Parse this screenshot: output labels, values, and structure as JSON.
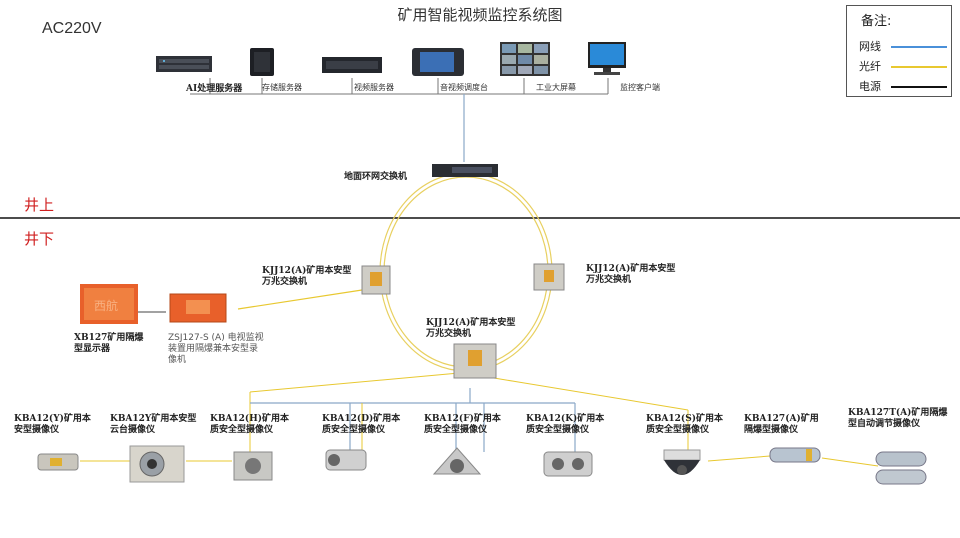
{
  "title": "矿用智能视频监控系统图",
  "power_label": "AC220V",
  "legend": {
    "heading": "备注:",
    "items": [
      {
        "label": "网线",
        "color": "#4a90d9"
      },
      {
        "label": "光纤",
        "color": "#e8c830"
      },
      {
        "label": "电源",
        "color": "#111111"
      }
    ]
  },
  "zones": {
    "above": "井上",
    "below": "井下"
  },
  "servers": [
    {
      "label": "AI处理服务器",
      "icon": "rack-server-icon"
    },
    {
      "label": "存储服务器",
      "icon": "nas-storage-icon"
    },
    {
      "label": "视频服务器",
      "icon": "video-server-icon"
    },
    {
      "label": "音视频调度台",
      "icon": "dispatch-console-icon"
    },
    {
      "label": "工业大屏幕",
      "icon": "video-wall-icon"
    },
    {
      "label": "监控客户端",
      "icon": "client-pc-icon"
    }
  ],
  "ground_switch": "地面环网交换机",
  "ring_switches": {
    "left": "KJJ12(A)矿用本安型万兆交换机",
    "right": "KJJ12(A)矿用本安型万兆交换机",
    "center": "KJJ12(A)矿用本安型万兆交换机"
  },
  "display": {
    "label": "XB127矿用隔爆型显示器",
    "watermark": "西航"
  },
  "recorder": {
    "label": "ZSJ127-S (A) 电视监视装置用隔爆兼本安型录像机"
  },
  "cameras": [
    {
      "label": "KBA12(Y)矿用本安型摄像仪"
    },
    {
      "label": "KBA12Y矿用本安型云台摄像仪"
    },
    {
      "label": "KBA12(H)矿用本质安全型摄像仪"
    },
    {
      "label": "KBA12(D)矿用本质安全型摄像仪"
    },
    {
      "label": "KBA12(F)矿用本质安全型摄像仪"
    },
    {
      "label": "KBA12(K)矿用本质安全型摄像仪"
    },
    {
      "label": "KBA12(S)矿用本质安全型摄像仪"
    },
    {
      "label": "KBA127(A)矿用隔爆型摄像仪"
    },
    {
      "label": "KBA127T(A)矿用隔爆型自动调节摄像仪"
    }
  ]
}
